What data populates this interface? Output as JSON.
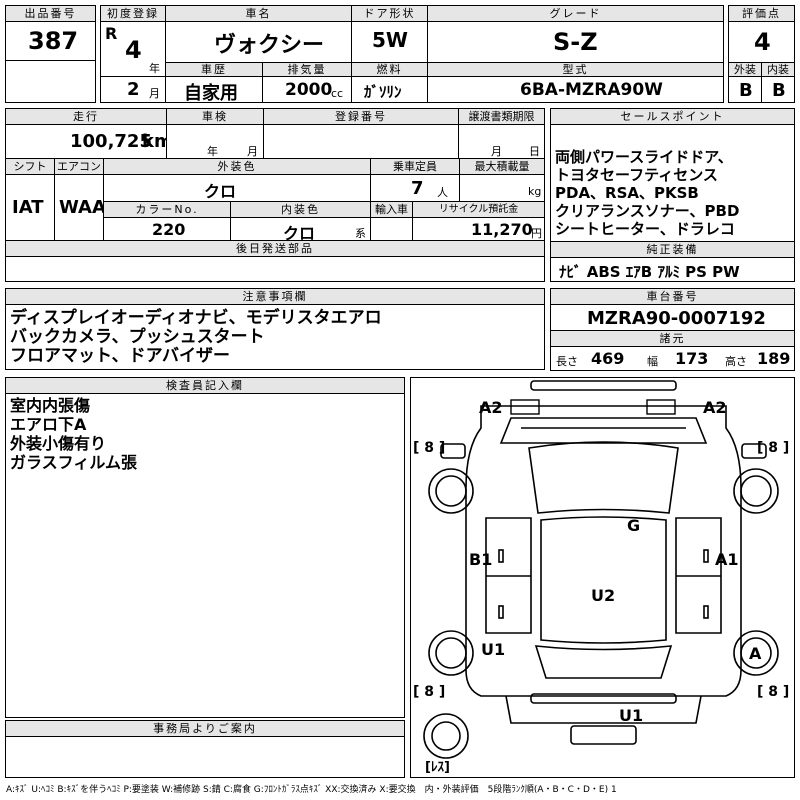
{
  "header": {
    "lot_label": "出品番号",
    "lot_number": "387",
    "first_reg_label": "初度登録",
    "era": "R",
    "reg_year": "4",
    "year_unit": "年",
    "reg_month": "2",
    "month_unit": "月",
    "car_name_label": "車名",
    "car_name": "ヴォクシー",
    "door_label": "ドア形状",
    "door": "5W",
    "grade_label": "グレード",
    "grade": "S-Z",
    "score_label": "評価点",
    "score": "4",
    "history_label": "車歴",
    "history": "自家用",
    "displacement_label": "排気量",
    "displacement": "2000",
    "displacement_unit": "cc",
    "fuel_label": "燃料",
    "fuel": "ｶﾞｿﾘﾝ",
    "model_label": "型式",
    "model": "6BA-MZRA90W",
    "exterior_label": "外装",
    "exterior": "B",
    "interior_label": "内装",
    "interior": "B"
  },
  "row2": {
    "mileage_label": "走行",
    "mileage": "100,725",
    "mileage_unit": "km",
    "inspection_label": "車検",
    "inspection_year_unit": "年",
    "inspection_month_unit": "月",
    "reg_no_label": "登録番号",
    "transfer_label": "譲渡書類期限",
    "transfer_month_unit": "月",
    "transfer_day_unit": "日",
    "shift_label": "シフト",
    "shift": "IAT",
    "ac_label": "エアコン",
    "ac": "WAA",
    "ext_color_label": "外装色",
    "ext_color": "クロ",
    "capacity_label": "乗車定員",
    "capacity": "7",
    "capacity_unit": "人",
    "max_load_label": "最大積載量",
    "max_load_unit": "kg",
    "color_no_label": "カラーNo.",
    "color_no": "220",
    "int_color_label": "内装色",
    "int_color": "クロ",
    "int_color_unit": "系",
    "import_label": "輸入車",
    "recycle_label": "リサイクル預託金",
    "recycle": "11,270",
    "recycle_unit": "円",
    "later_label": "後日発送部品"
  },
  "sales": {
    "label": "セールスポイント",
    "text": "両側パワースライドドア、\nトヨタセーフティセンス\nPDA、RSA、PKSB\nクリアランスソナー、PBD\nシートヒーター、ドラレコ"
  },
  "equipment": {
    "label": "純正装備",
    "text": "ﾅﾋﾞ ABS ｴｱB ｱﾙﾐ PS PW"
  },
  "notes": {
    "label": "注意事項欄",
    "text": "ディスプレイオーディオナビ、モデリスタエアロ\nバックカメラ、プッシュスタート\nフロアマット、ドアバイザー"
  },
  "chassis": {
    "label": "車台番号",
    "number": "MZRA90-0007192",
    "dims_label": "諸元",
    "length_label": "長さ",
    "length": "469",
    "width_label": "幅",
    "width": "173",
    "height_label": "高さ",
    "height": "189"
  },
  "inspector": {
    "label": "検査員記入欄",
    "text": "室内内張傷\nエアロ下A\n外装小傷有り\nガラスフィルム張"
  },
  "office": {
    "label": "事務局よりご案内"
  },
  "diagram": {
    "marks": {
      "a2_left": "A2",
      "a2_right": "A2",
      "g": "G",
      "b1": "B1",
      "a1": "A1",
      "u2": "U2",
      "u1_left": "U1",
      "a_right": "A",
      "u1_bottom": "U1"
    },
    "tire_left_front": "[ 8 ]",
    "tire_right_front": "[ 8 ]",
    "tire_left_rear": "[ 8 ]",
    "tire_right_rear": "[ 8 ]",
    "spare": "[ﾚｽ]"
  },
  "legend": "A:ｷｽﾞ U:ﾍｺﾐ B:ｷｽﾞを伴うﾍｺﾐ P:要塗装 W:補修跡 S:錆 C:腐食 G:ﾌﾛﾝﾄｶﾞﾗｽ点ｷｽﾞ XX:交換済み X:要交換　内・外装評価　5段階ﾗﾝｸ順(A・B・C・D・E) 1"
}
